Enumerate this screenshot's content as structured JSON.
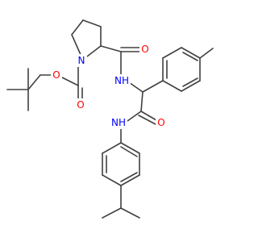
{
  "molecule": {
    "atom_labels": {
      "boc_ester_o": "O",
      "boc_carbonyl_o": "O",
      "pyrrolidine_n": "N",
      "amide1_o": "O",
      "amide1_nh": "NH",
      "amide2_o": "O",
      "amide2_nh": "NH"
    },
    "colors": {
      "bond": "#404040",
      "oxygen": "#ff0000",
      "nitrogen": "#0000ff",
      "background": "#ffffff"
    }
  }
}
